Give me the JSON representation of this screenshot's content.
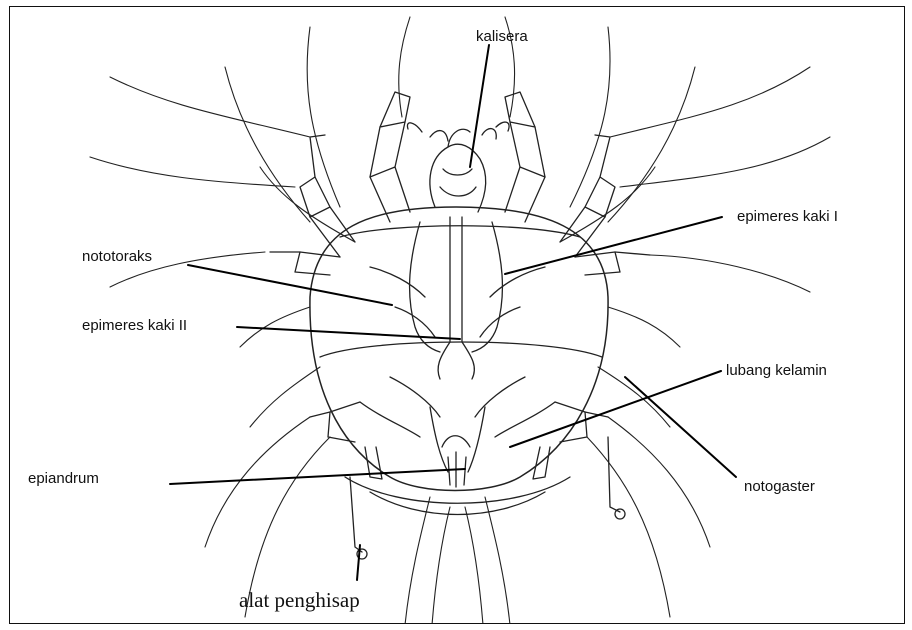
{
  "diagram": {
    "labels": {
      "kalisera": "kalisera",
      "epimeres_kaki_i": "epimeres kaki  I",
      "nototoraks": "nototoraks",
      "epimeres_kaki_ii": "epimeres kaki  II",
      "lubang_kelamin": "lubang kelamin",
      "epiandrum": "epiandrum",
      "notogaster": "notogaster",
      "alat_penghisap": "alat penghisap"
    }
  }
}
